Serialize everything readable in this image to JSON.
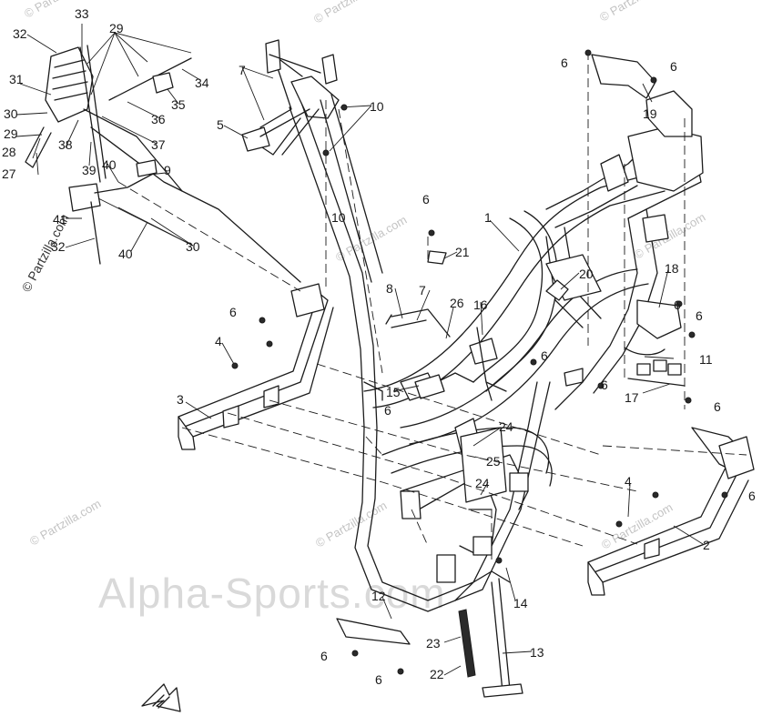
{
  "watermarks": {
    "partzilla": "© Partzilla.com",
    "alpha": "Alpha-Sports.com"
  },
  "callouts": [
    "1",
    "2",
    "3",
    "4",
    "5",
    "6",
    "7",
    "8",
    "9",
    "10",
    "11",
    "12",
    "13",
    "14",
    "15",
    "16",
    "17",
    "18",
    "19",
    "20",
    "21",
    "22",
    "23",
    "24",
    "25",
    "26",
    "27",
    "28",
    "29",
    "30",
    "31",
    "32",
    "33",
    "34",
    "35",
    "36",
    "37",
    "38",
    "39",
    "40",
    "41"
  ],
  "orientation_arrow": {
    "icon": "front-direction-arrow-icon"
  },
  "colors": {
    "line": "#1c1c1c",
    "watermark": "#c4c4c4",
    "background": "#ffffff"
  }
}
